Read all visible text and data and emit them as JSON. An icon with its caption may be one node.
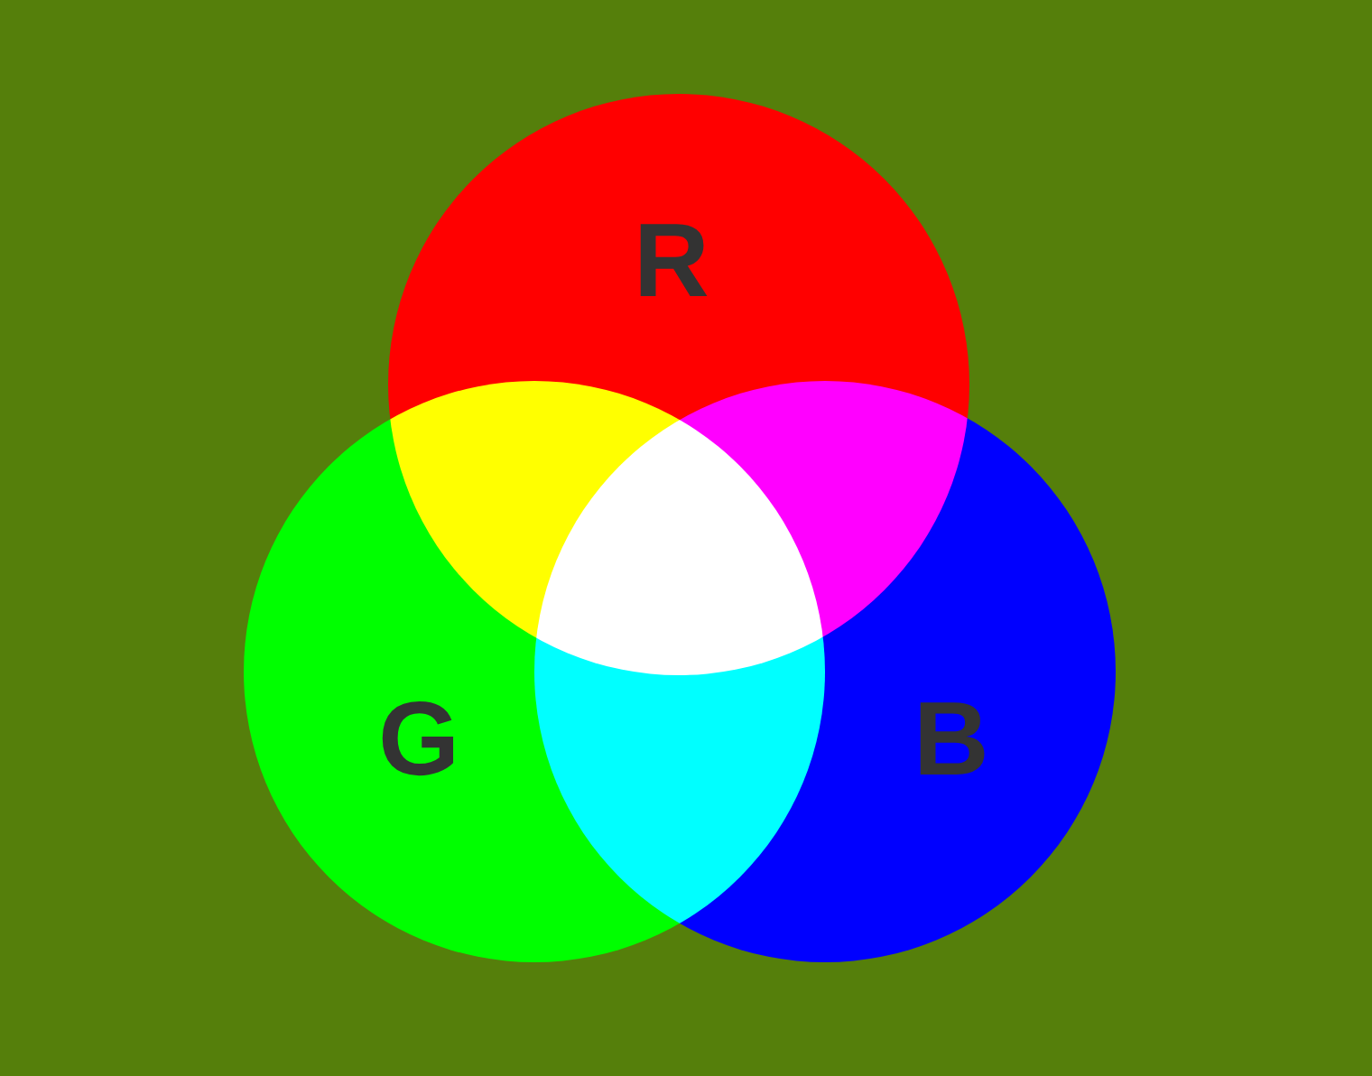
{
  "diagram": {
    "nodes": [
      {
        "text": [
          "R"
        ]
      },
      {
        "text": [
          "G"
        ]
      },
      {
        "text": [
          "B"
        ]
      }
    ]
  }
}
